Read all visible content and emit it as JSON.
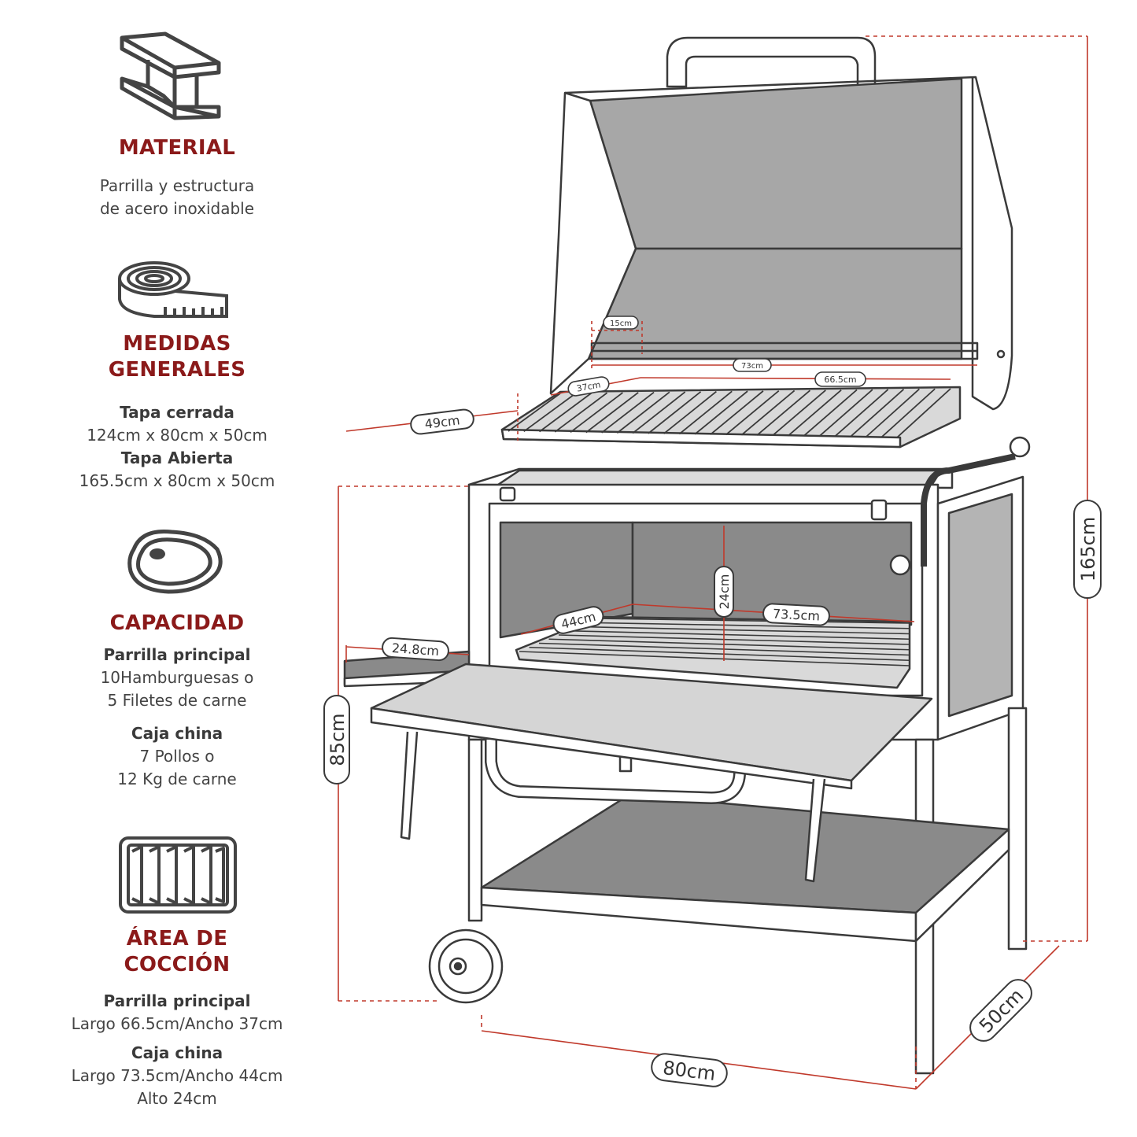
{
  "sections": {
    "material": {
      "icon": "steel-beam-icon",
      "title": "MATERIAL",
      "lines": [
        "Parrilla y estructura",
        "de acero inoxidable"
      ]
    },
    "medidas": {
      "icon": "tape-measure-icon",
      "title_line1": "MEDIDAS",
      "title_line2": "GENERALES",
      "h1": "Tapa cerrada",
      "v1": "124cm x 80cm x 50cm",
      "h2": "Tapa Abierta",
      "v2": "165.5cm x 80cm x 50cm"
    },
    "capacidad": {
      "icon": "steak-icon",
      "title": "CAPACIDAD",
      "h1": "Parrilla principal",
      "v1a": "10Hamburguesas o",
      "v1b": "5 Filetes de carne",
      "h2": "Caja china",
      "v2a": "7 Pollos o",
      "v2b": "12 Kg de carne"
    },
    "area": {
      "icon": "grill-grate-icon",
      "title_line1": "ÁREA DE",
      "title_line2": "COCCIÓN",
      "h1": "Parrilla principal",
      "v1": "Largo 66.5cm/Ancho 37cm",
      "h2": "Caja china",
      "v2a": "Largo 73.5cm/Ancho 44cm",
      "v2b": "Alto 24cm"
    }
  },
  "dimensions": {
    "height_total": "165cm",
    "height_body": "85cm",
    "width": "80cm",
    "depth": "50cm",
    "side_shelf": "24.8cm",
    "grill_depth": "49cm",
    "grill_width": "37cm",
    "grill_length": "66.5cm",
    "warming_rack": "15cm",
    "warming_length": "73cm",
    "box_depth": "44cm",
    "box_height": "24cm",
    "box_length": "73.5cm"
  },
  "colors": {
    "accent": "#8b1a1a",
    "dim_line": "#c0392b",
    "outline": "#3a3a3a",
    "panel_dark": "#8a8a8a",
    "panel_light": "#b4b4b4"
  }
}
